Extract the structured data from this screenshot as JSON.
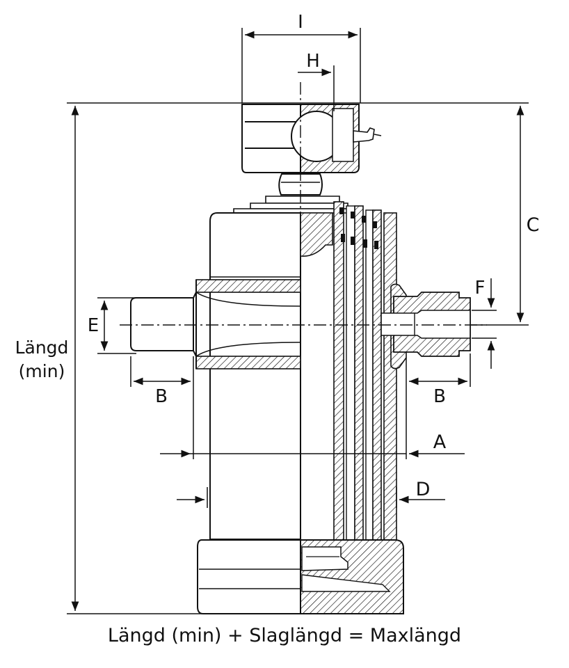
{
  "labels": {
    "I": "I",
    "H": "H",
    "C": "C",
    "F": "F",
    "E": "E",
    "B_left": "B",
    "B_right": "B",
    "A": "A",
    "D": "D",
    "length_line1": "Längd",
    "length_line2": "(min)"
  },
  "caption": "Längd (min) + Slaglängd = Maxlängd",
  "colors": {
    "ink": "#111111",
    "background": "#ffffff"
  }
}
